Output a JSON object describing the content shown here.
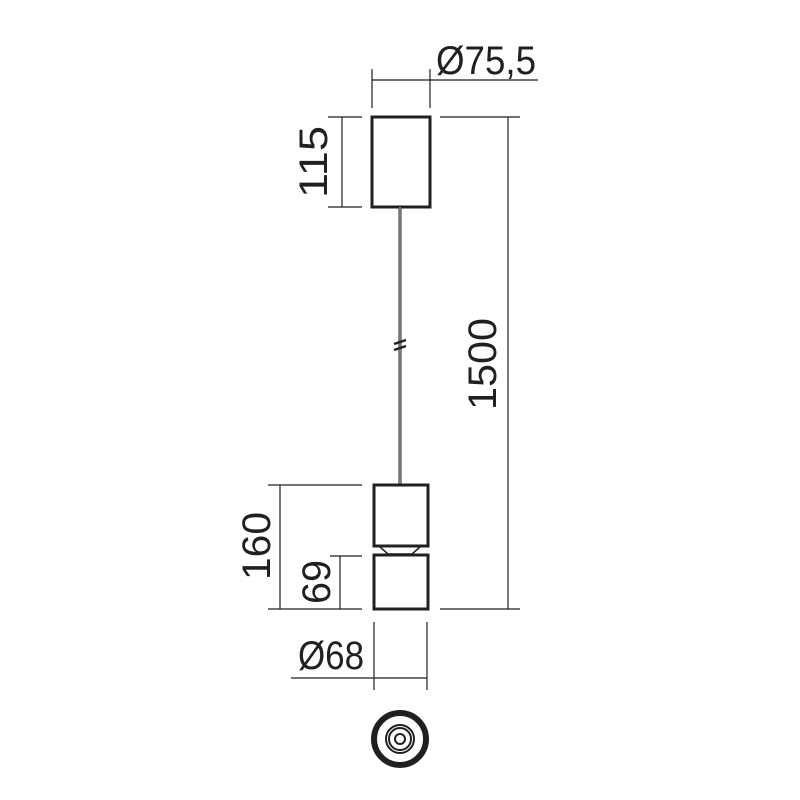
{
  "drawing": {
    "title": "Pendant lamp dimension drawing",
    "units": "mm",
    "line_color": "#231f20",
    "background": "#ffffff"
  },
  "dimensions": {
    "canopy_diameter": "Ø75,5",
    "canopy_height": "115",
    "total_drop": "1500",
    "body_height": "160",
    "lower_section_height": "69",
    "body_diameter": "Ø68"
  },
  "parts": [
    {
      "name": "ceiling-canopy",
      "shape": "rectangle"
    },
    {
      "name": "suspension-cable",
      "shape": "line"
    },
    {
      "name": "cable-adjuster",
      "shape": "knot"
    },
    {
      "name": "lamp-body-upper",
      "shape": "rectangle"
    },
    {
      "name": "lamp-body-lower",
      "shape": "rectangle"
    },
    {
      "name": "bottom-view",
      "shape": "concentric-circles"
    }
  ]
}
